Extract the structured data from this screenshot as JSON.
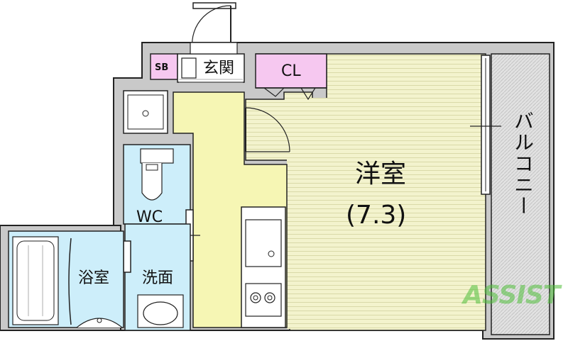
{
  "rooms": {
    "western_room": "洋室",
    "western_room_size": "(7.3)",
    "balcony": "バルコニー",
    "closet": "CL",
    "shoe_box": "SB",
    "entrance": "玄関",
    "toilet": "WC",
    "bathroom": "浴室",
    "washroom": "洗面"
  },
  "watermark": "ASSIST",
  "colors": {
    "room_floor": "#f2f2c8",
    "hallway": "#f6f6b4",
    "wet_area": "#cdeefa",
    "closet": "#f6c8f0",
    "balcony": "#dcdcdc",
    "wall": "#c8c8c8",
    "wall_line": "#222222",
    "watermark": "#4fbf3a"
  }
}
